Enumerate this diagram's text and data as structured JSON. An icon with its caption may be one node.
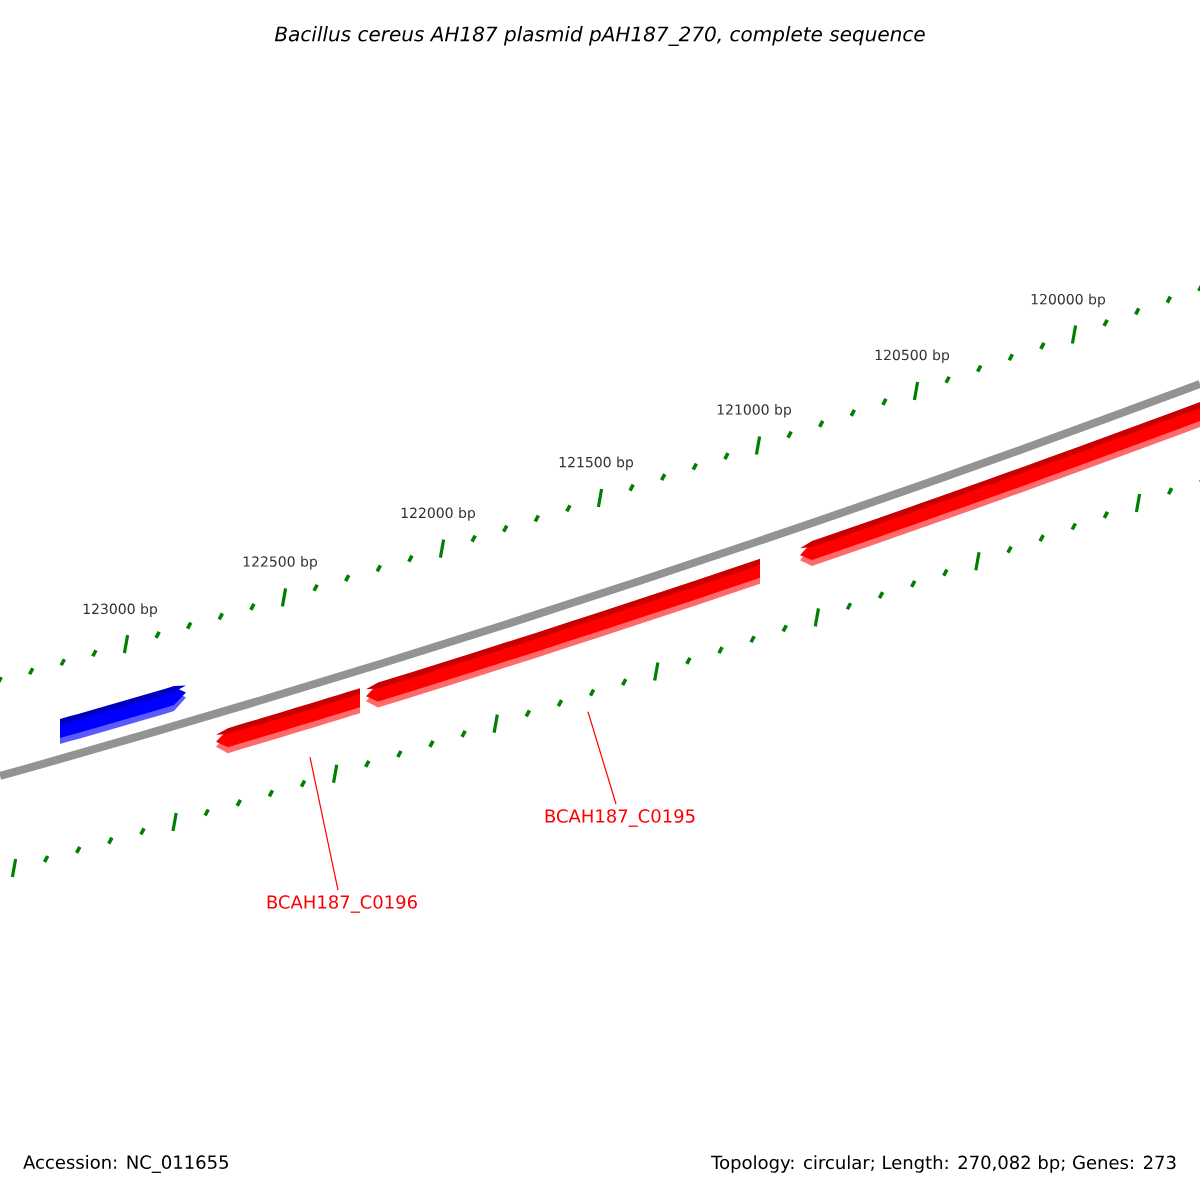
{
  "diagram": {
    "title": "Bacillus cereus AH187 plasmid pAH187_270, complete sequence",
    "nodes": [
      {
        "text": [],
        "shape": "bar"
      },
      {
        "text": [],
        "shape": "bar"
      },
      {
        "text": [],
        "shape": "bar"
      },
      {
        "text": [],
        "shape": "bar"
      },
      {
        "text": [
          "BCAH187_C0196"
        ]
      },
      {
        "text": [
          "BCAH187_C0195"
        ]
      }
    ],
    "edges": [
      {
        "from": 4,
        "to": 1,
        "arrow": "none"
      },
      {
        "from": 5,
        "to": 2,
        "arrow": "none"
      }
    ],
    "labels": [
      "123000 bp",
      "122500 bp",
      "122000 bp",
      "121500 bp",
      "121000 bp",
      "120500 bp",
      "120000 bp",
      "Accession: NC_011655",
      "Topology: circular; Length: 270,082 bp; Genes: 273"
    ]
  }
}
